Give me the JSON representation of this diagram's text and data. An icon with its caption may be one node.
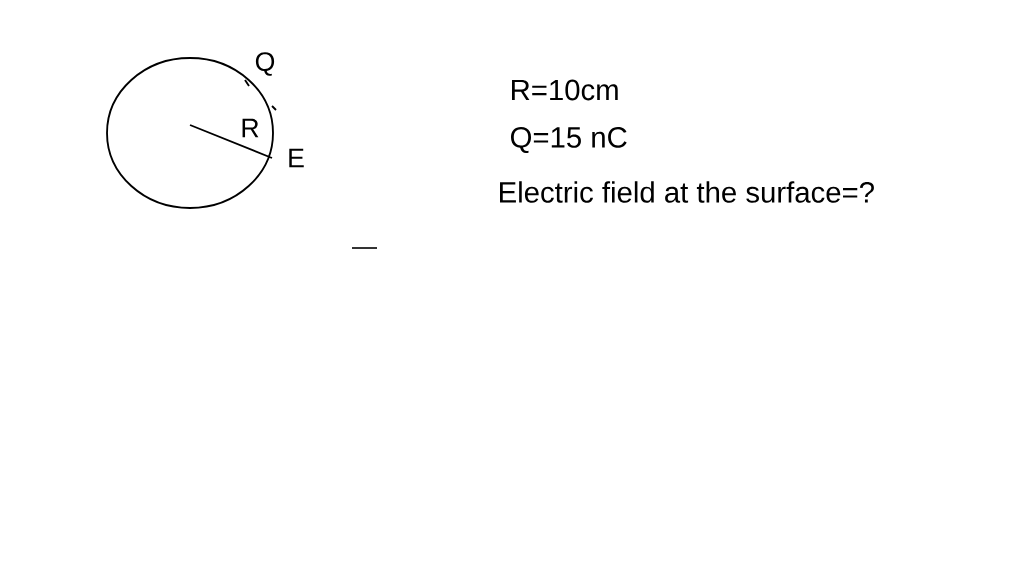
{
  "diagram": {
    "labels": [
      "Q",
      "R",
      "E",
      "R=10cm",
      "Q=15 nC",
      "Electric field at the surface=?"
    ]
  }
}
